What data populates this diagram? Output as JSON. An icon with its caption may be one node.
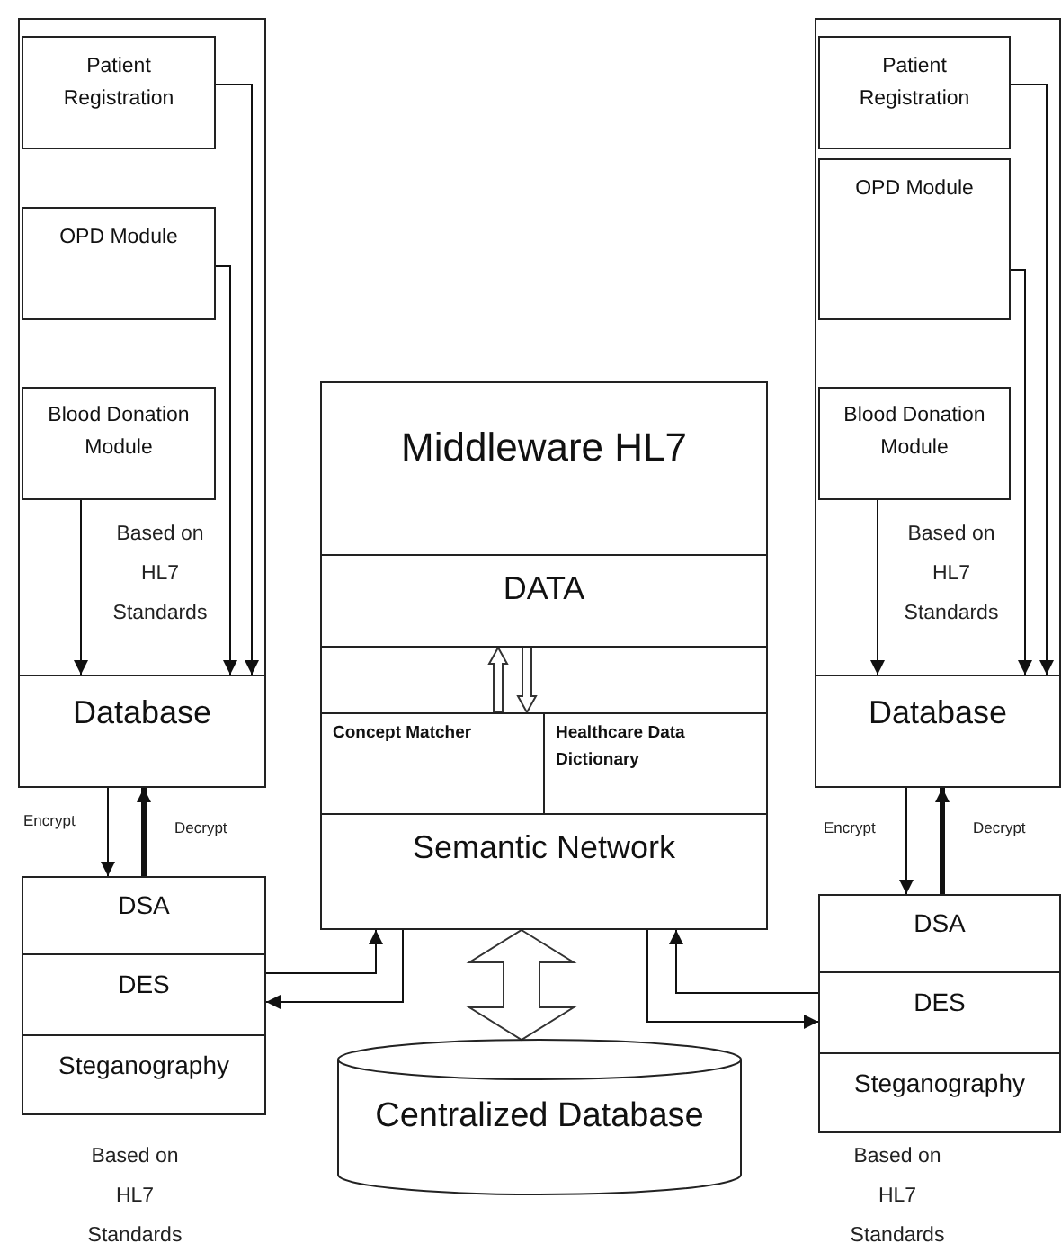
{
  "diagram": {
    "nodes": [
      {
        "text": [],
        "shape": "box"
      },
      {
        "text": [
          "Patient Registration"
        ],
        "in": 0
      },
      {
        "text": [
          "OPD Module"
        ],
        "in": 0
      },
      {
        "text": [
          "Blood Donation Module"
        ],
        "in": 0
      },
      {
        "text": [
          "Database"
        ],
        "in": 0
      },
      {
        "text": [
          "DSA"
        ]
      },
      {
        "text": [
          "DES"
        ]
      },
      {
        "text": [
          "Steganography"
        ]
      },
      {
        "text": [
          "Middleware HL7"
        ]
      },
      {
        "text": [
          "DATA"
        ],
        "in": 8
      },
      {
        "text": [
          "Concept Matcher"
        ],
        "in": 8
      },
      {
        "text": [
          "Healthcare Data Dictionary"
        ],
        "in": 8
      },
      {
        "text": [
          "Semantic Network"
        ],
        "in": 8
      },
      {
        "text": [
          "Centralized Database"
        ]
      },
      {
        "text": [],
        "shape": "box"
      },
      {
        "text": [
          "Patient Registration"
        ],
        "in": 14
      },
      {
        "text": [
          "OPD Module"
        ],
        "in": 14
      },
      {
        "text": [
          "Blood Donation Module"
        ],
        "in": 14
      },
      {
        "text": [
          "Database"
        ],
        "in": 14
      },
      {
        "text": [
          "DSA"
        ]
      },
      {
        "text": [
          "DES"
        ]
      },
      {
        "text": [
          "Steganography"
        ]
      }
    ],
    "edges": [
      {
        "from": 1,
        "to": 4,
        "arrow": "to"
      },
      {
        "from": 2,
        "to": 4,
        "arrow": "to"
      },
      {
        "from": 3,
        "to": 4,
        "arrow": "to"
      },
      {
        "from": 4,
        "to": 5,
        "arrow": "to",
        "label": "Encrypt"
      },
      {
        "from": 5,
        "to": 4,
        "arrow": "to",
        "label": "Decrypt",
        "style": "thick"
      },
      {
        "from": 6,
        "to": 12,
        "arrow": "to"
      },
      {
        "from": 12,
        "to": 6,
        "arrow": "to"
      },
      {
        "from": 10,
        "to": 9,
        "arrow": "to"
      },
      {
        "from": 9,
        "to": 10,
        "arrow": "to"
      },
      {
        "from": 12,
        "to": 13,
        "arrow": "both"
      },
      {
        "from": 15,
        "to": 18,
        "arrow": "to"
      },
      {
        "from": 16,
        "to": 18,
        "arrow": "to"
      },
      {
        "from": 17,
        "to": 18,
        "arrow": "to"
      },
      {
        "from": 18,
        "to": 19,
        "arrow": "to",
        "label": "Encrypt"
      },
      {
        "from": 19,
        "to": 18,
        "arrow": "to",
        "label": "Decrypt",
        "style": "thick"
      },
      {
        "from": 20,
        "to": 12,
        "arrow": "to"
      },
      {
        "from": 12,
        "to": 20,
        "arrow": "to"
      }
    ],
    "labels": [
      "Based on HL7 Standards",
      "Based on HL7 Standards",
      "Based on HL7 Standards",
      "Based on HL7 Standards"
    ]
  }
}
